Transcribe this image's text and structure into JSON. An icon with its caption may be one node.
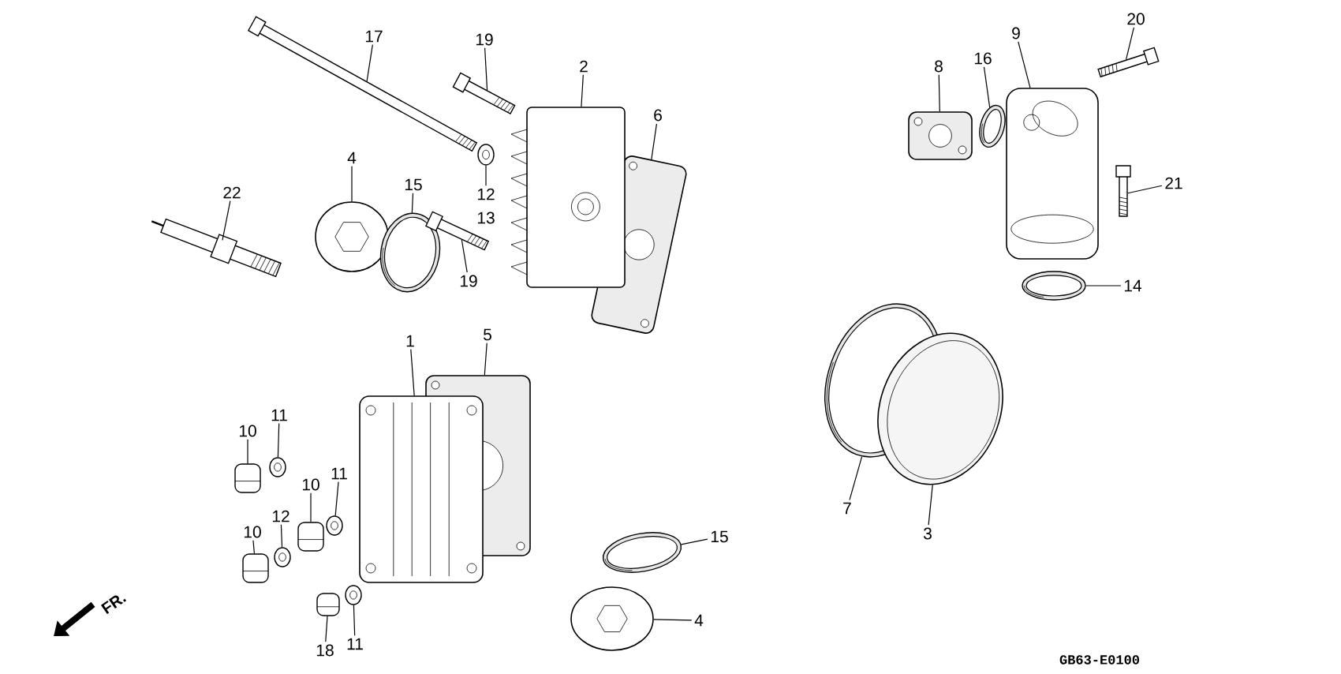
{
  "diagram": {
    "nodes": [
      {
        "text": [
          "17"
        ]
      },
      {
        "text": [],
        "shape": "picture"
      },
      {
        "text": [
          "19"
        ]
      },
      {
        "text": [],
        "shape": "picture"
      },
      {
        "text": [
          "2"
        ]
      },
      {
        "text": [],
        "shape": "picture"
      },
      {
        "text": [
          "6"
        ]
      },
      {
        "text": [],
        "shape": "picture"
      },
      {
        "text": [
          "22"
        ]
      },
      {
        "text": [],
        "shape": "picture"
      },
      {
        "text": [
          "4"
        ]
      },
      {
        "text": [],
        "shape": "picture"
      },
      {
        "text": [
          "15"
        ]
      },
      {
        "text": [],
        "shape": "picture"
      },
      {
        "text": [
          "12"
        ]
      },
      {
        "text": [],
        "shape": "picture"
      },
      {
        "text": [
          "19"
        ]
      },
      {
        "text": [],
        "shape": "picture"
      },
      {
        "text": [
          "8"
        ]
      },
      {
        "text": [],
        "shape": "picture"
      },
      {
        "text": [
          "16"
        ]
      },
      {
        "text": [],
        "shape": "picture"
      },
      {
        "text": [
          "9"
        ]
      },
      {
        "text": [],
        "shape": "picture"
      },
      {
        "text": [
          "20"
        ]
      },
      {
        "text": [],
        "shape": "picture"
      },
      {
        "text": [
          "21"
        ]
      },
      {
        "text": [],
        "shape": "picture"
      },
      {
        "text": [
          "14"
        ]
      },
      {
        "text": [],
        "shape": "picture"
      },
      {
        "text": [
          "1"
        ]
      },
      {
        "text": [],
        "shape": "picture"
      },
      {
        "text": [
          "5"
        ]
      },
      {
        "text": [],
        "shape": "picture"
      },
      {
        "text": [
          "10"
        ]
      },
      {
        "text": [],
        "shape": "picture"
      },
      {
        "text": [
          "11"
        ]
      },
      {
        "text": [],
        "shape": "picture"
      },
      {
        "text": [
          "10"
        ]
      },
      {
        "text": [],
        "shape": "picture"
      },
      {
        "text": [
          "11"
        ]
      },
      {
        "text": [],
        "shape": "picture"
      },
      {
        "text": [
          "10"
        ]
      },
      {
        "text": [],
        "shape": "picture"
      },
      {
        "text": [
          "12"
        ]
      },
      {
        "text": [],
        "shape": "picture"
      },
      {
        "text": [
          "18"
        ]
      },
      {
        "text": [],
        "shape": "picture"
      },
      {
        "text": [
          "11"
        ]
      },
      {
        "text": [],
        "shape": "picture"
      },
      {
        "text": [
          "7"
        ]
      },
      {
        "text": [],
        "shape": "picture"
      },
      {
        "text": [
          "3"
        ]
      },
      {
        "text": [],
        "shape": "picture"
      },
      {
        "text": [
          "15"
        ]
      },
      {
        "text": [],
        "shape": "picture"
      },
      {
        "text": [
          "4"
        ]
      },
      {
        "text": [],
        "shape": "picture"
      }
    ],
    "edges": [
      {
        "from": 0,
        "to": 1,
        "arrow": "none"
      },
      {
        "from": 2,
        "to": 3,
        "arrow": "none"
      },
      {
        "from": 4,
        "to": 5,
        "arrow": "none"
      },
      {
        "from": 6,
        "to": 7,
        "arrow": "none"
      },
      {
        "from": 8,
        "to": 9,
        "arrow": "none"
      },
      {
        "from": 10,
        "to": 11,
        "arrow": "none"
      },
      {
        "from": 12,
        "to": 13,
        "arrow": "none"
      },
      {
        "from": 14,
        "to": 15,
        "arrow": "none"
      },
      {
        "from": 16,
        "to": 17,
        "arrow": "none"
      },
      {
        "from": 18,
        "to": 19,
        "arrow": "none"
      },
      {
        "from": 20,
        "to": 21,
        "arrow": "none"
      },
      {
        "from": 22,
        "to": 23,
        "arrow": "none"
      },
      {
        "from": 24,
        "to": 25,
        "arrow": "none"
      },
      {
        "from": 26,
        "to": 27,
        "arrow": "none"
      },
      {
        "from": 28,
        "to": 29,
        "arrow": "none"
      },
      {
        "from": 30,
        "to": 31,
        "arrow": "none"
      },
      {
        "from": 32,
        "to": 33,
        "arrow": "none"
      },
      {
        "from": 34,
        "to": 35,
        "arrow": "none"
      },
      {
        "from": 36,
        "to": 37,
        "arrow": "none"
      },
      {
        "from": 38,
        "to": 39,
        "arrow": "none"
      },
      {
        "from": 40,
        "to": 41,
        "arrow": "none"
      },
      {
        "from": 42,
        "to": 43,
        "arrow": "none"
      },
      {
        "from": 44,
        "to": 45,
        "arrow": "none"
      },
      {
        "from": 46,
        "to": 47,
        "arrow": "none"
      },
      {
        "from": 48,
        "to": 49,
        "arrow": "none"
      },
      {
        "from": 50,
        "to": 51,
        "arrow": "none"
      },
      {
        "from": 52,
        "to": 53,
        "arrow": "none"
      },
      {
        "from": 54,
        "to": 55,
        "arrow": "none"
      },
      {
        "from": 56,
        "to": 57,
        "arrow": "none"
      }
    ],
    "labels": [
      "13",
      "FR.",
      "GB63-E0100"
    ]
  }
}
